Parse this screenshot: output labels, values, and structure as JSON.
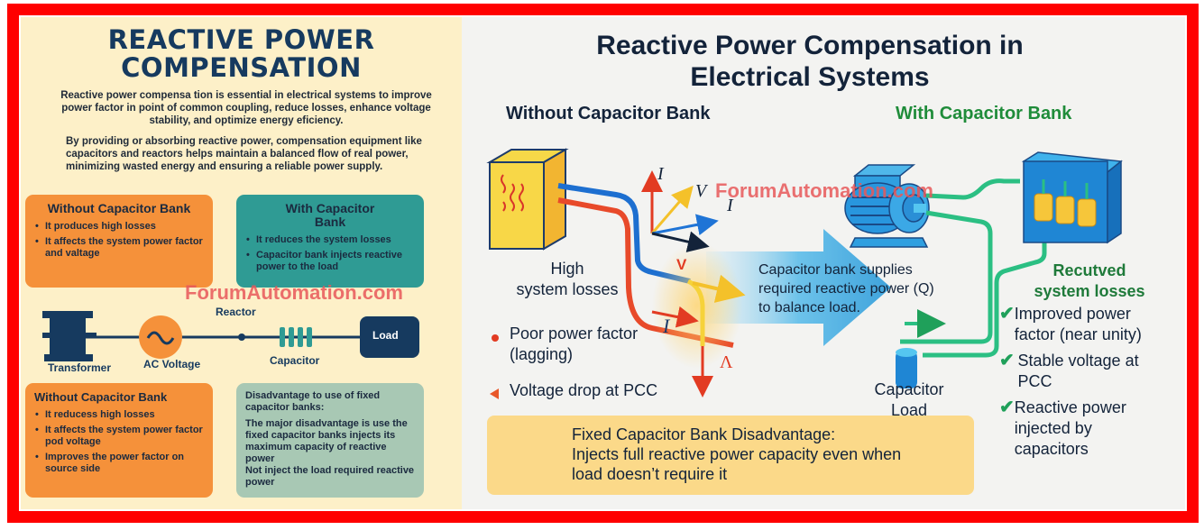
{
  "left": {
    "title_line1": "REACTIVE POWER",
    "title_line2": "COMPENSATION",
    "intro": "Reactive power compensa tion is essential in electrical systems to improve power factor in point of common coupling, reduce losses, enhance voltage stability, and optimize energy eficiency.",
    "intro2": "By providing or absorbing reactive power, compensation equipment like capacitors and reactors helps maintain a balanced flow of real power, minimizing wasted energy and ensuring a reliable power supply.",
    "card_without": {
      "title": "Without Capacitor Bank",
      "items": [
        "It produces high losses",
        "It affects the system power factor and valtage"
      ]
    },
    "card_with": {
      "title": "With Capacitor Bank",
      "items": [
        "It reduces the system losses",
        "Capacitor bank injects reactive power to the load"
      ]
    },
    "watermark": "ForumAutomation.com",
    "circuit": {
      "transformer": "Transformer",
      "ac_voltage": "AC Voltage",
      "reactor": "Reactor",
      "capacitor": "Capacitor",
      "load": "Load"
    },
    "card_without2": {
      "title": "Without Capacitor Bank",
      "items": [
        "It reducess high losses",
        "It affects the system power factor pod voltage",
        "Improves the power factor on source side"
      ]
    },
    "card_disadvantage": {
      "title": "Disadvantage to use of fixed capacitor banks:",
      "para1": "The major disadvantage is use the fixed capacitor banks injects its maximum capacity of reactive power",
      "para2": "Not inject the load required reactive power"
    }
  },
  "right": {
    "title_line1": "Reactive Power Compensation in",
    "title_line2": "Electrical Systems",
    "sub_without": "Without Capacitor Bank",
    "sub_with": "With Capacitor Bank",
    "watermark": "ForumAutomation.com",
    "phasor_labels": {
      "i_top": "I",
      "v": "V",
      "i_right": "I",
      "v_small": "V",
      "i_mid": "I",
      "lambda": "Λ"
    },
    "high_losses_line1": "High",
    "high_losses_line2": "system losses",
    "bullet_pf": "Poor power factor (lagging)",
    "bullet_vd": "Voltage drop at PCC",
    "arrow_text": "Capacitor bank supplies required reactive power (Q) to balance load.",
    "cap_load_line1": "Capacitor",
    "cap_load_line2": "Load",
    "reduced_line1": "Recutved",
    "reduced_line2": "system losses",
    "benefits": [
      "Improved power factor (near unity)",
      "Stable voltage at PCC",
      "Reactive power injected by capacitors"
    ],
    "check_icon": "✔",
    "warning": {
      "title": "Fixed Capacitor Bank Disadvantage:",
      "line2": "Injects full reactive power capacity even when",
      "line3": "load doesn’t require it"
    }
  },
  "colors": {
    "frame_red": "#ff0000",
    "navy": "#163a5f",
    "orange": "#f5913a",
    "teal": "#2f9b94",
    "sage": "#a8c8b4",
    "cream": "#fdf0c8",
    "green": "#1f8c3a",
    "warning_bg": "#fbd989"
  }
}
